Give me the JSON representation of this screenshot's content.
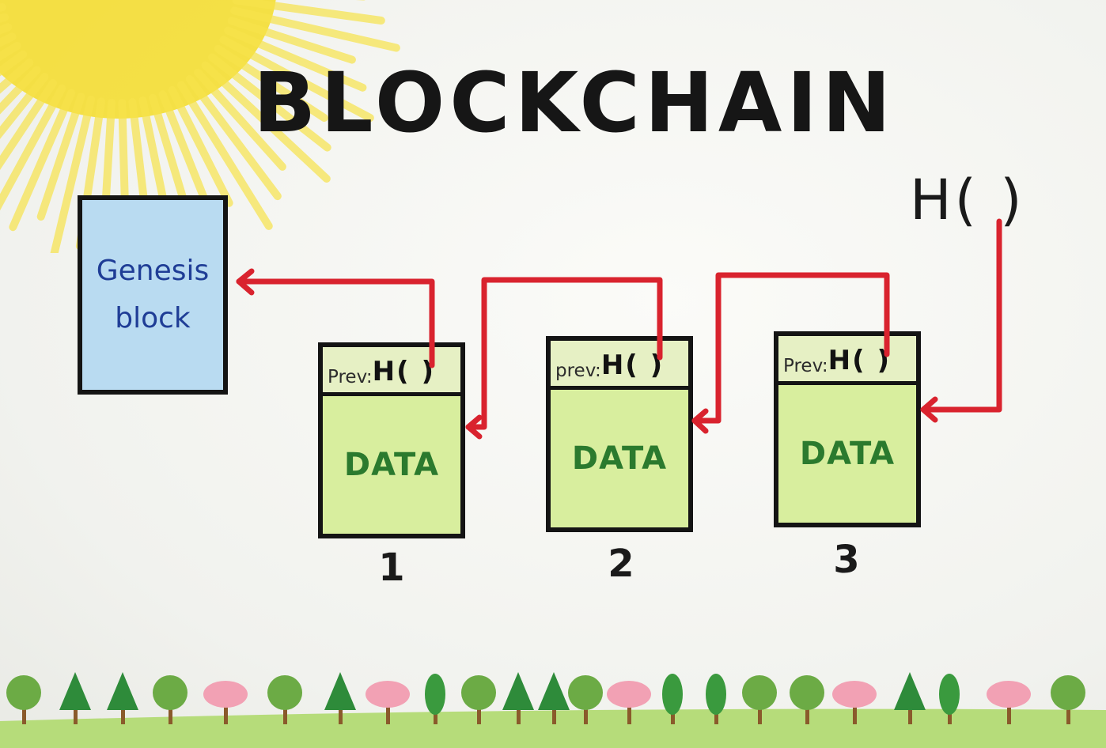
{
  "diagram": {
    "title": "BLOCKCHAIN",
    "genesis": {
      "label": "Genesis\nblock"
    },
    "top_hash": "H( )",
    "blocks": [
      {
        "prev_label": "Prev:",
        "hash": "H( )",
        "data": "DATA",
        "number": "1"
      },
      {
        "prev_label": "prev:",
        "hash": "H( )",
        "data": "DATA",
        "number": "2"
      },
      {
        "prev_label": "Prev:",
        "hash": "H( )",
        "data": "DATA",
        "number": "3"
      }
    ]
  },
  "colors": {
    "arrow": "#d9232e",
    "genesis_fill": "#b9dbf1",
    "block_fill": "#d8ee9e",
    "data_text": "#2b7a2e",
    "genesis_text": "#1f3d96",
    "sun": "#f7e23a",
    "grass": "#b6dc7a"
  },
  "decorations": {
    "sun_icon": "sun-icon",
    "tree_icon": "tree-icon",
    "grass_icon": "grass-icon"
  }
}
